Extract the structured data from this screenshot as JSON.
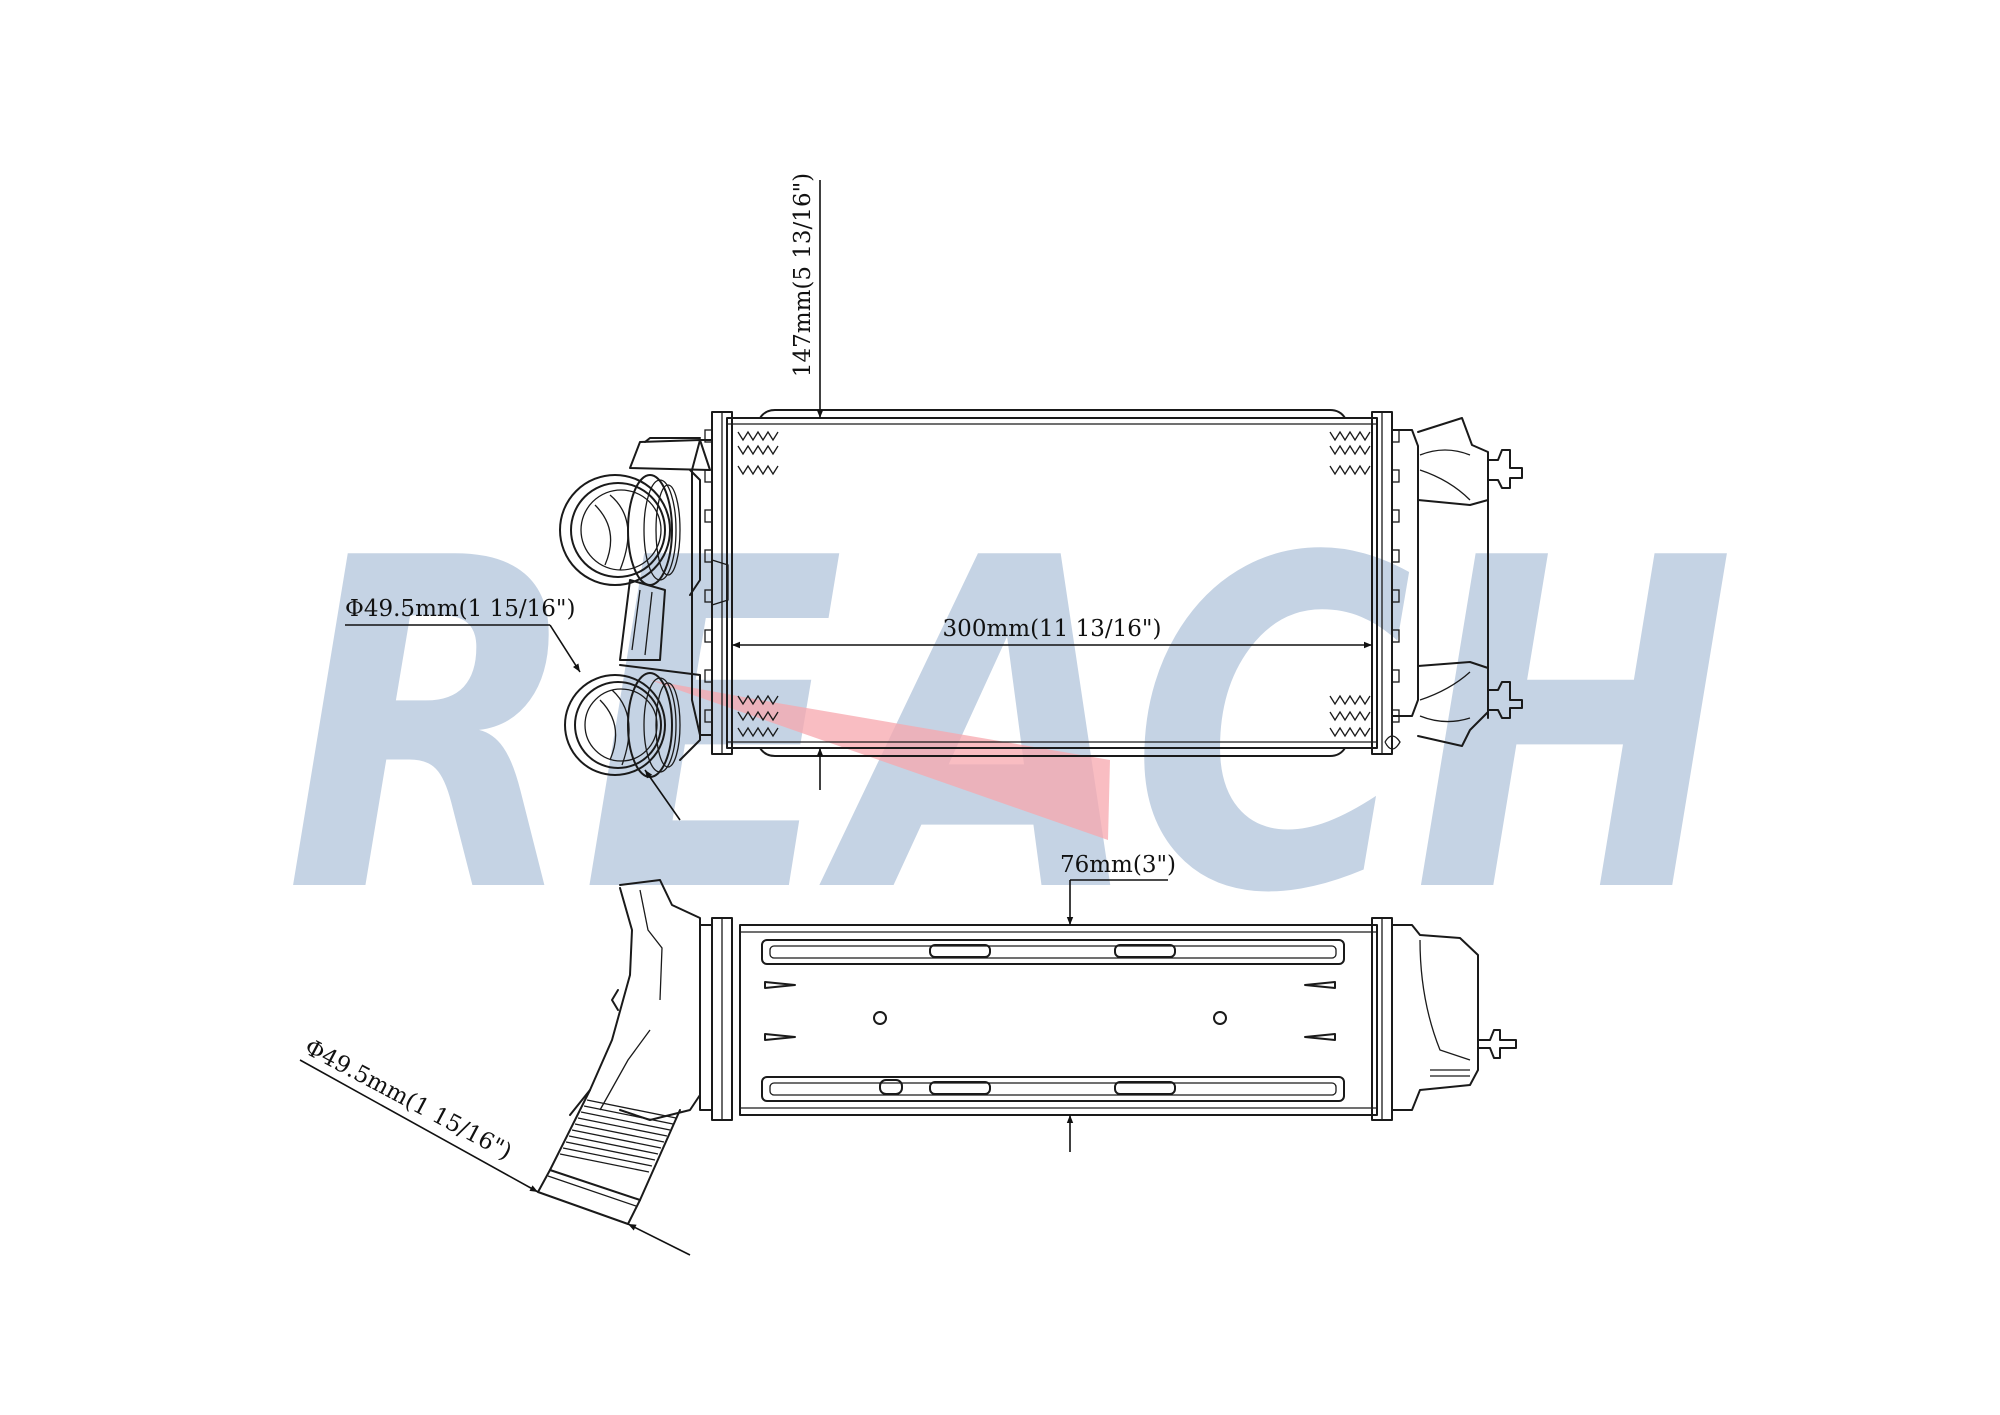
{
  "watermark": {
    "text": "REACH",
    "color": "#c5d3e4"
  },
  "dimensions": {
    "height": "147mm(5 13/16\")",
    "width": "300mm(11 13/16\")",
    "inlet_diameter_front": "Φ49.5mm(1 15/16\")",
    "core_thickness": "76mm(3\")",
    "inlet_diameter_top": "Φ49.5mm(1 15/16\")"
  },
  "colors": {
    "line": "#1a1a1a",
    "highlight": "#f7a7ad"
  }
}
